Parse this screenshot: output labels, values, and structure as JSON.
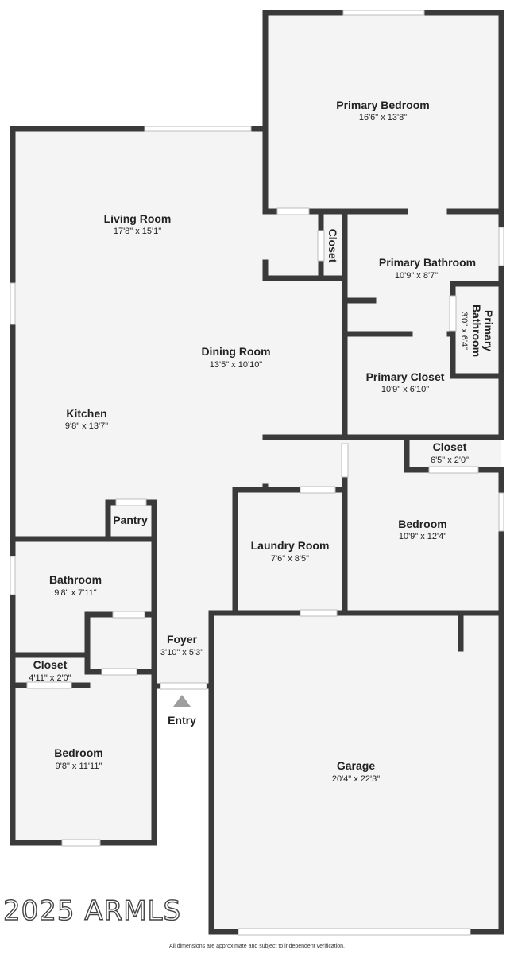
{
  "colors": {
    "wall": "#3a3a3a",
    "floor": "#f4f4f4",
    "window": "#ffffff",
    "window_line": "#bdbdbd",
    "entry_marker": "#9e9e9e"
  },
  "rooms": {
    "primary_bedroom": {
      "name": "Primary Bedroom",
      "dims": "16'6\" x 13'8\""
    },
    "living_room": {
      "name": "Living Room",
      "dims": "17'8\" x 15'1\""
    },
    "closet_upper": {
      "name": "Closet"
    },
    "primary_bathroom": {
      "name": "Primary Bathroom",
      "dims": "10'9\" x 8'7\""
    },
    "primary_bathroom_small": {
      "name_line1": "Primary",
      "name_line2": "Bathroom",
      "dims": "3'0\" x 6'4\""
    },
    "dining_room": {
      "name": "Dining Room",
      "dims": "13'5\" x 10'10\""
    },
    "primary_closet": {
      "name": "Primary Closet",
      "dims": "10'9\" x 6'10\""
    },
    "kitchen": {
      "name": "Kitchen",
      "dims": "9'8\" x 13'7\""
    },
    "closet_right": {
      "name": "Closet",
      "dims": "6'5\" x 2'0\""
    },
    "bedroom_right": {
      "name": "Bedroom",
      "dims": "10'9\" x 12'4\""
    },
    "pantry": {
      "name": "Pantry"
    },
    "laundry_room": {
      "name": "Laundry Room",
      "dims": "7'6\" x 8'5\""
    },
    "bathroom": {
      "name": "Bathroom",
      "dims": "9'8\" x 7'11\""
    },
    "foyer": {
      "name": "Foyer",
      "dims": "3'10\" x 5'3\""
    },
    "closet_left": {
      "name": "Closet",
      "dims": "4'11\" x 2'0\""
    },
    "entry": {
      "name": "Entry"
    },
    "bedroom_left": {
      "name": "Bedroom",
      "dims": "9'8\" x 11'11\""
    },
    "garage": {
      "name": "Garage",
      "dims": "20'4\" x 22'3\""
    }
  },
  "watermark": "2025 ARMLS",
  "disclaimer": "All dimensions are approximate and subject to independent verification."
}
